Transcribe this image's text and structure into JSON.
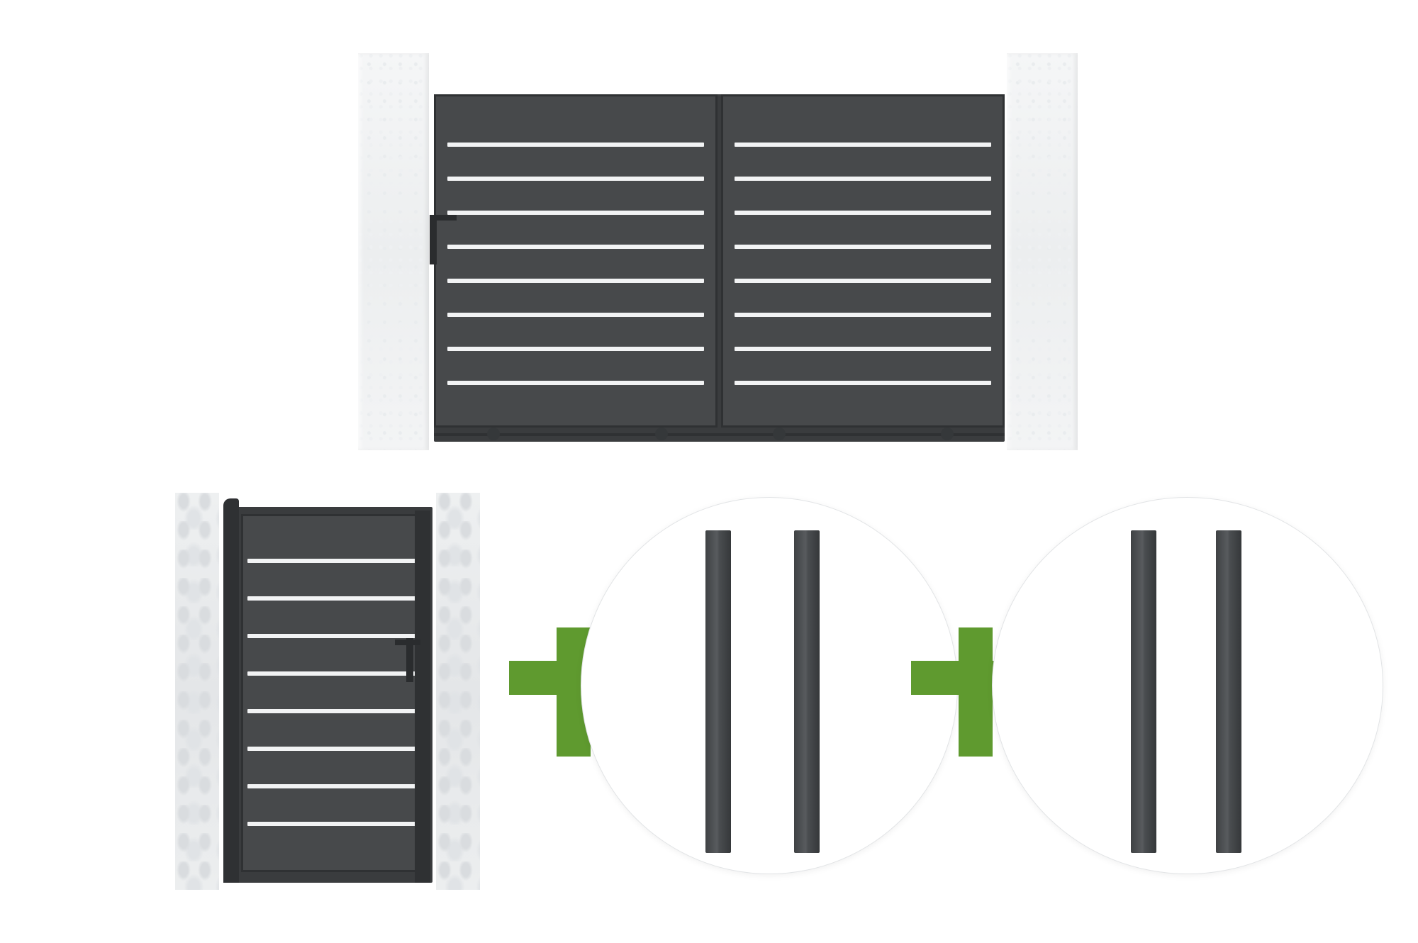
{
  "scene": {
    "gate_color": "#47494b",
    "frame_color": "#3a3c3e",
    "pillar_color": "#f2f3f4",
    "accent_color": "#5f9a2f",
    "post_color": "#4a4d50"
  },
  "items": [
    {
      "name": "double-sliding-gate"
    },
    {
      "name": "pedestrian-gate"
    },
    {
      "name": "post-pair-1"
    },
    {
      "name": "post-pair-2"
    }
  ]
}
